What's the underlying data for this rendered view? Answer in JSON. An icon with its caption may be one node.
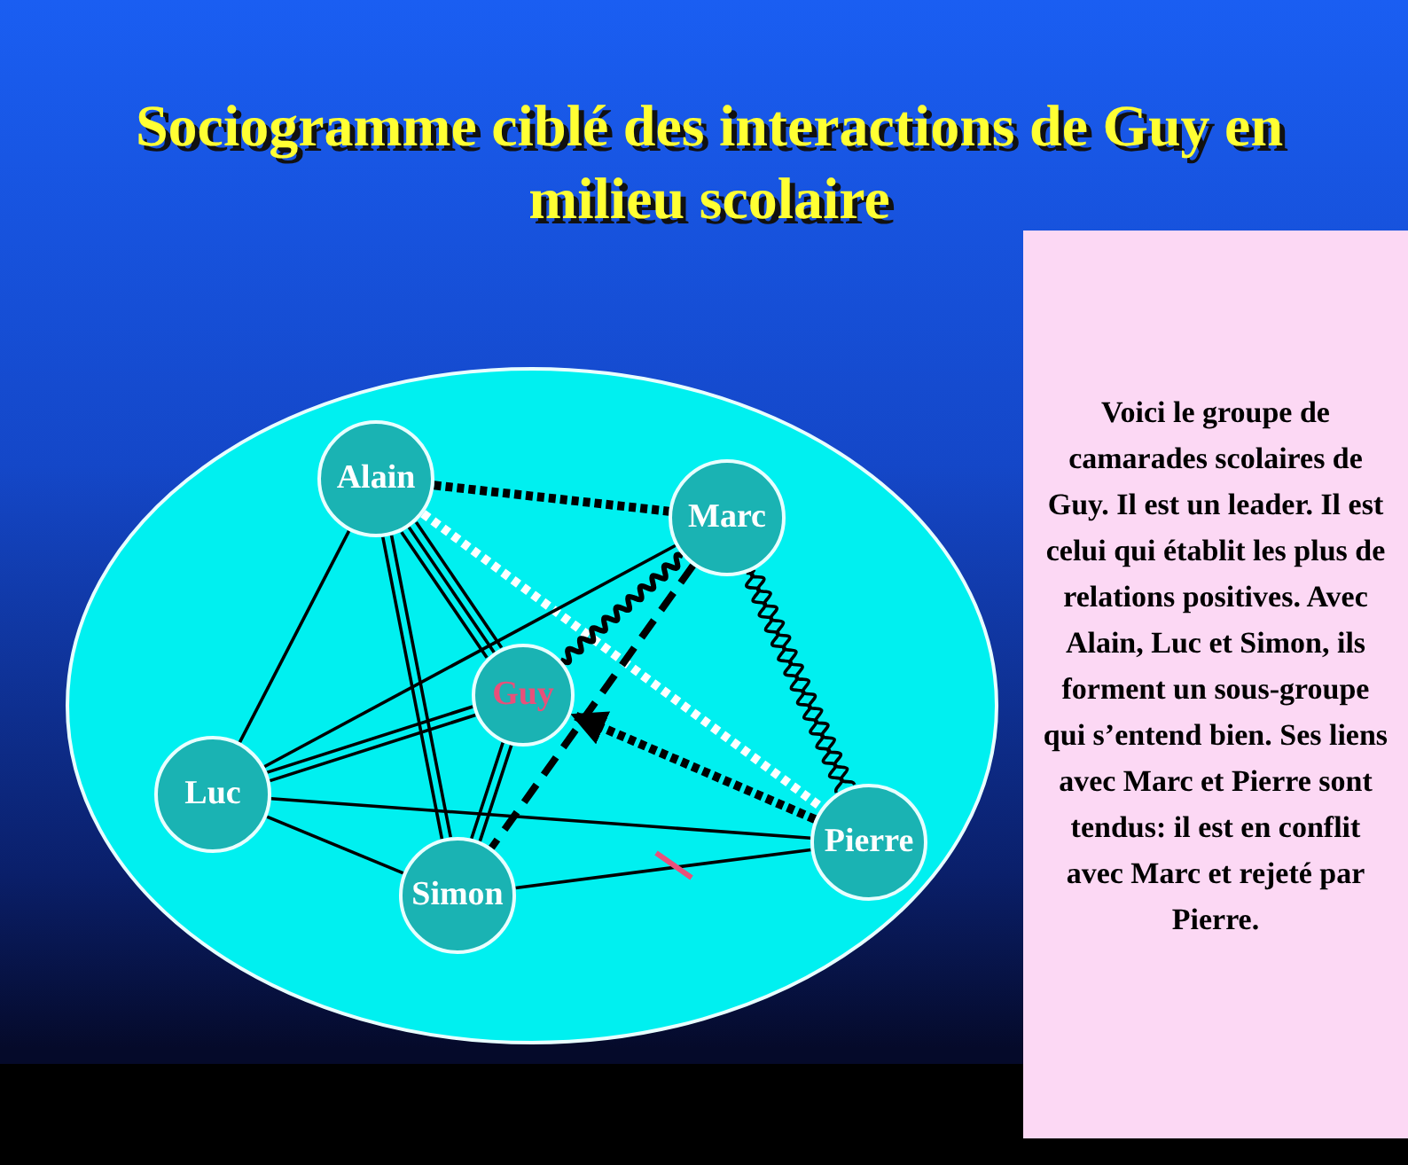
{
  "diagram": {
    "title": "Sociogramme ciblé des interactions de Guy en milieu scolaire",
    "nodes": [
      {
        "text": [
          "Alain"
        ]
      },
      {
        "text": [
          "Marc"
        ]
      },
      {
        "text": [
          "Guy"
        ]
      },
      {
        "text": [
          "Luc"
        ]
      },
      {
        "text": [
          "Simon"
        ]
      },
      {
        "text": [
          "Pierre"
        ]
      },
      {
        "text": [
          "Voici le groupe de camarades scolaires de Guy. Il est un leader. Il est celui qui établit les plus de relations positives. Avec Alain, Luc et Simon, ils forment un sous-groupe qui s’entend bien. Ses liens avec Marc et Pierre sont tendus: il est en conflit avec Marc et rejeté par Pierre."
        ]
      }
    ],
    "edges": [
      {
        "from": 0,
        "to": 1,
        "arrow": "none",
        "style": "dashed"
      },
      {
        "from": 0,
        "to": 5,
        "arrow": "none",
        "style": "dashed",
        "color": "#ffffff"
      },
      {
        "from": 0,
        "to": 3,
        "arrow": "none"
      },
      {
        "from": 0,
        "to": 4,
        "arrow": "none"
      },
      {
        "from": 0,
        "to": 2,
        "arrow": "none"
      },
      {
        "from": 1,
        "to": 3,
        "arrow": "none"
      },
      {
        "from": 1,
        "to": 2,
        "arrow": "none"
      },
      {
        "from": 1,
        "to": 4,
        "arrow": "none",
        "style": "dashed"
      },
      {
        "from": 1,
        "to": 5,
        "arrow": "none"
      },
      {
        "from": 5,
        "to": 2,
        "arrow": "to",
        "style": "dashed"
      },
      {
        "from": 3,
        "to": 2,
        "arrow": "none"
      },
      {
        "from": 3,
        "to": 5,
        "arrow": "none"
      },
      {
        "from": 3,
        "to": 4,
        "arrow": "none"
      },
      {
        "from": 4,
        "to": 2,
        "arrow": "none"
      },
      {
        "from": 4,
        "to": 5,
        "arrow": "none"
      }
    ]
  }
}
